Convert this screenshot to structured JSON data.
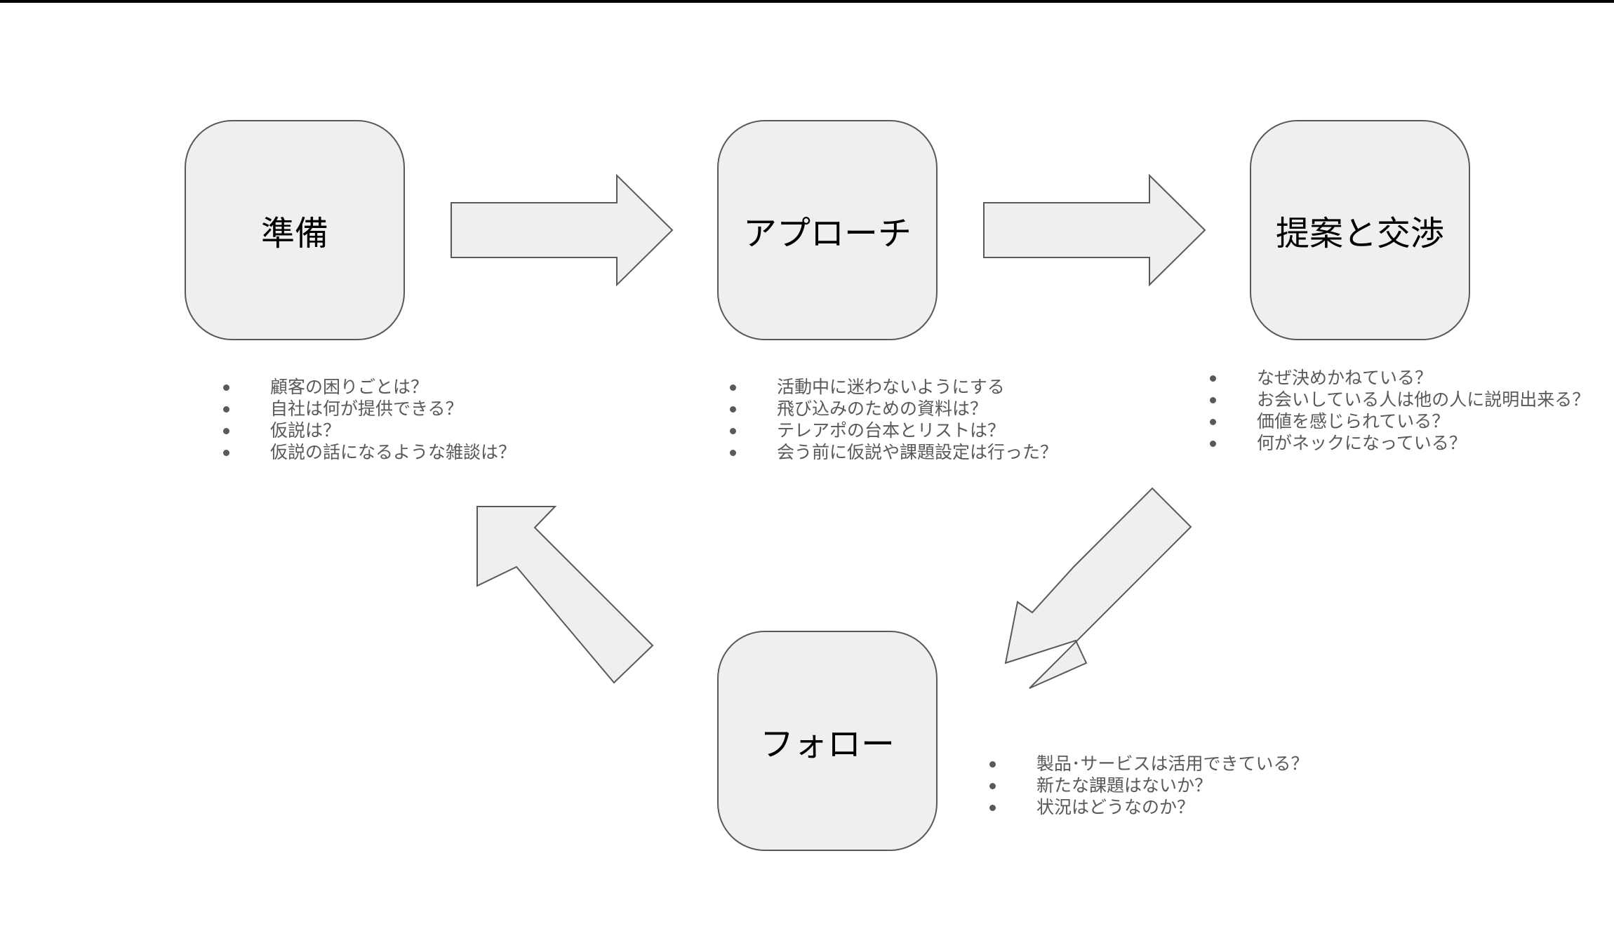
{
  "colors": {
    "shape_fill": "#efefef",
    "shape_stroke": "#595959",
    "label_text": "#000000",
    "note_text": "#595959",
    "top_border": "#000000"
  },
  "stages": {
    "prepare": {
      "label": "準備",
      "notes": [
        "顧客の困りごとは？",
        "自社は何が提供できる？",
        "仮説は？",
        "仮説の話になるような雑談は？"
      ]
    },
    "approach": {
      "label": "アプローチ",
      "notes": [
        "活動中に迷わないようにする",
        "飛び込みのための資料は？",
        "テレアポの台本とリストは？",
        "会う前に仮説や課題設定は行った？"
      ]
    },
    "proposal": {
      "label": "提案と交渉",
      "notes": [
        "なぜ決めかねている？",
        "お会いしている人は他の人に説明出来る？",
        "価値を感じられている？",
        "何がネックになっている？"
      ]
    },
    "follow": {
      "label": "フォロー",
      "notes": [
        "製品･サービスは活用できている？",
        "新たな課題はないか？",
        "状況はどうなのか？"
      ]
    }
  },
  "arrows": [
    {
      "from": "prepare",
      "to": "approach",
      "icon": "arrow-right-icon"
    },
    {
      "from": "approach",
      "to": "proposal",
      "icon": "arrow-right-icon"
    },
    {
      "from": "proposal",
      "to": "follow",
      "icon": "arrow-down-left-icon"
    },
    {
      "from": "follow",
      "to": "prepare",
      "icon": "arrow-up-left-icon"
    }
  ]
}
